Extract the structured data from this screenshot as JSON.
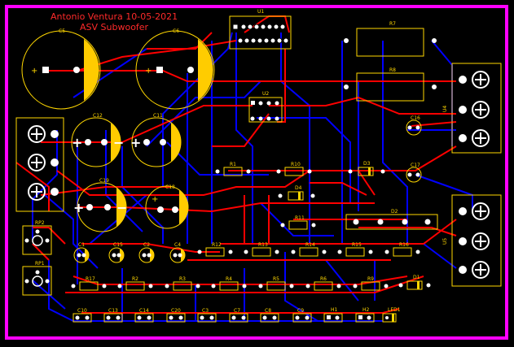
{
  "title_lines": [
    "Antonio Ventura 10-05-2021",
    "ASV Subwoofer"
  ],
  "colors": {
    "background": "#000000",
    "board_outline": "#ff00ff",
    "top_copper": "#ff0000",
    "bottom_copper": "#0000ff",
    "silkscreen": "#ffd700",
    "pad_white": "#ffffff",
    "title_red": "#ff2a2a"
  },
  "designators": {
    "U1": "U1",
    "U2": "U2",
    "U4": "U4",
    "U5": "U5",
    "R7": "R7",
    "R8": "R8",
    "C5": "C5",
    "C6": "C6",
    "C12": "C12",
    "C11": "C11",
    "C19": "C19",
    "C18": "C18",
    "C16": "C16",
    "C17": "C17",
    "RP2": "RP2",
    "RP1": "RP1",
    "D2": "D2",
    "D3": "D3",
    "D4": "D4",
    "D1": "D1",
    "H1": "H1",
    "H2": "H2",
    "LED1": "LED1"
  },
  "resistor_row_top": [
    "R1",
    "R10",
    "R11",
    "R12",
    "R13",
    "R14",
    "R15",
    "R16"
  ],
  "resistor_row_bottom": [
    "R17",
    "R2",
    "R3",
    "R4",
    "R5",
    "R6",
    "R9"
  ],
  "small_caps": [
    "C1",
    "C15",
    "C2",
    "C4"
  ],
  "cap_row_bottom": [
    "C10",
    "C13",
    "C14",
    "C20",
    "C3",
    "C7",
    "C8",
    "C9"
  ],
  "polarity_marks": {
    "plus": "+",
    "minus": "−"
  }
}
